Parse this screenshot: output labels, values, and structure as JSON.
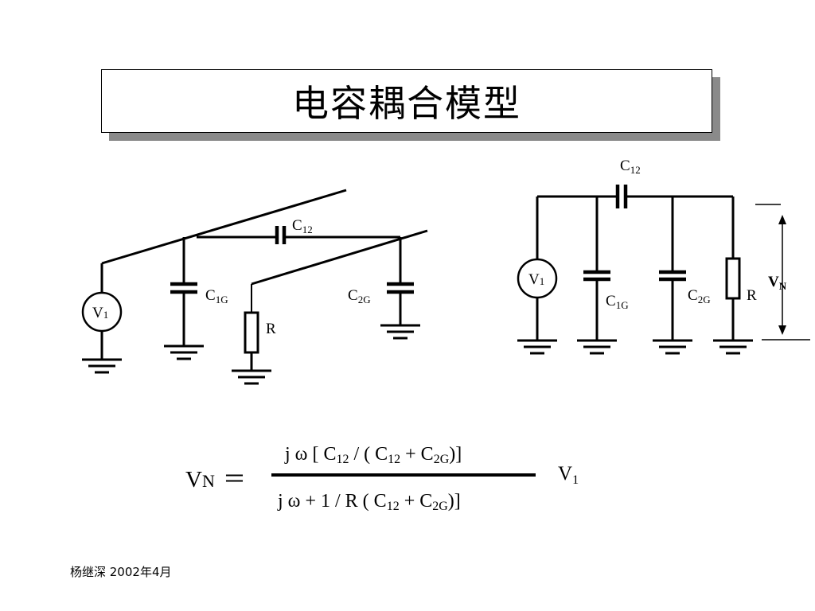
{
  "title": "电容耦合模型",
  "left_circuit": {
    "source": {
      "main": "V",
      "sub": "1"
    },
    "c12": {
      "main": "C",
      "sub": "12"
    },
    "c1g": {
      "main": "C",
      "sub": "1G"
    },
    "c2g": {
      "main": "C",
      "sub": "2G"
    },
    "r": "R"
  },
  "right_circuit": {
    "source": {
      "main": "V",
      "sub": "1"
    },
    "c12": {
      "main": "C",
      "sub": "12"
    },
    "c1g": {
      "main": "C",
      "sub": "1G"
    },
    "c2g": {
      "main": "C",
      "sub": "2G"
    },
    "r": "R",
    "vn": {
      "main": "V",
      "sub": "N"
    }
  },
  "formula": {
    "lhs_main": "V",
    "lhs_sub": "N",
    "equals": "＝",
    "numerator": {
      "a": "j ω [ C",
      "a_sub": "12",
      "b": " / ( C",
      "b_sub": "12",
      "c": " + C",
      "c_sub": "2G",
      "d": ")]"
    },
    "denominator": {
      "a": "j ω + 1 / R ( C",
      "a_sub": "12",
      "b": " + C",
      "b_sub": "2G",
      "c": ")]"
    },
    "rhs_main": "V",
    "rhs_sub": "1"
  },
  "footer": "杨继深  2002年4月"
}
